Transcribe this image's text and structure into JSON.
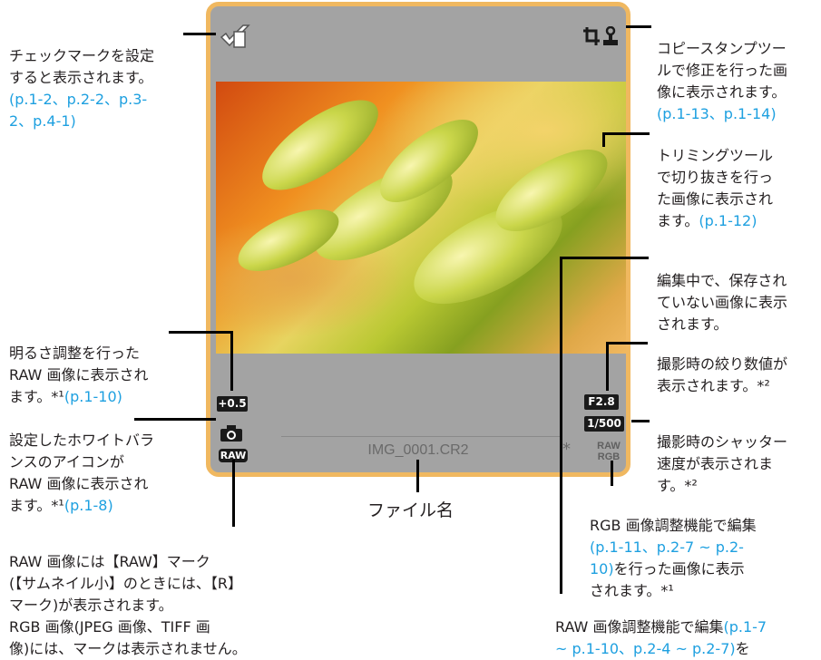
{
  "thumbnail": {
    "filename": "IMG_0001.CR2",
    "brightness_badge": "+0.5",
    "aperture_badge": "F2.8",
    "shutter_badge": "1/500",
    "raw_badge": "RAW",
    "raw_rgb_line1": "RAW",
    "raw_rgb_line2": "RGB",
    "edit_mark": "*"
  },
  "filename_label": "ファイル名",
  "annotations": {
    "checkmark": {
      "text": "チェックマークを設定\nすると表示されます。",
      "ref": "(p.1-2、p.2-2、p.3-\n2、p.4-1)"
    },
    "copy_stamp": {
      "text": "コピースタンプツー\nルで修正を行った画\n像に表示されます。",
      "ref": "(p.1-13、p.1-14)"
    },
    "trimming": {
      "text": "トリミングツール\nで切り抜きを行っ\nた画像に表示され\nます。",
      "ref": "(p.1-12)"
    },
    "unsaved": {
      "text": "編集中で、保存され\nていない画像に表示\nされます。"
    },
    "brightness": {
      "text": "明るさ調整を行った\nRAW 画像に表示され\nます。*¹",
      "ref": "(p.1-10)"
    },
    "aperture": {
      "text": "撮影時の絞り数値が\n表示されます。*²"
    },
    "white_balance": {
      "text": "設定したホワイトバラ\nンスのアイコンが\nRAW 画像に表示され\nます。*¹",
      "ref": "(p.1-8)"
    },
    "shutter": {
      "text": "撮影時のシャッター\n速度が表示されま\nす。*²"
    },
    "raw_mark": {
      "text": "RAW 画像には【RAW】マーク\n(【サムネイル小】のときには、【R】\nマーク)が表示されます。\nRGB 画像(JPEG 画像、TIFF 画\n像)には、マークは表示されません。"
    },
    "rgb_adjust": {
      "text1": "RGB 画像調整機能で編集",
      "ref": "(p.1-11、p.2-7 ~ p.2-\n10)",
      "text2": "を行った画像に表示\nされます。*¹"
    },
    "raw_adjust": {
      "text1": "RAW 画像調整機能で編集",
      "ref": "(p.1-7\n~ p.1-10、p.2-4 ~ p.2-7)",
      "text2": "を"
    }
  },
  "colors": {
    "frame": "#f0b860",
    "link": "#1ea0e0",
    "badge": "#1a1a1a"
  }
}
